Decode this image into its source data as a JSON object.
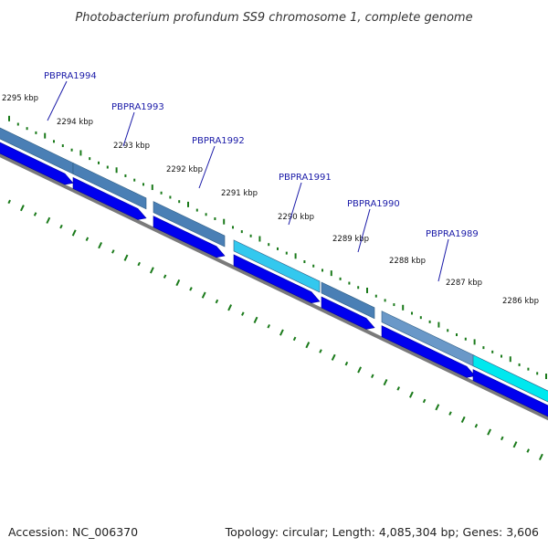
{
  "title": "Photobacterium profundum SS9 chromosome 1, complete genome",
  "footer": {
    "accession": "Accession: NC_006370",
    "summary": "Topology: circular; Length: 4,085,304 bp; Genes: 3,606"
  },
  "ticks": [
    {
      "label": "2295 kbp"
    },
    {
      "label": "2294 kbp"
    },
    {
      "label": "2293 kbp"
    },
    {
      "label": "2292 kbp"
    },
    {
      "label": "2291 kbp"
    },
    {
      "label": "2290 kbp"
    },
    {
      "label": "2289 kbp"
    },
    {
      "label": "2288 kbp"
    },
    {
      "label": "2287 kbp"
    },
    {
      "label": "2286 kbp"
    }
  ],
  "genes": [
    {
      "label": "PBPRA1994",
      "color": "#4a7fb5"
    },
    {
      "label": "PBPRA1993",
      "color": "#4a7fb5"
    },
    {
      "label": "PBPRA1992",
      "color": "#4a7fb5"
    },
    {
      "label": "PBPRA1991",
      "color": "#33c8ee"
    },
    {
      "label": "PBPRA1990",
      "color": "#4a7fb5"
    },
    {
      "label": "PBPRA1989",
      "color": "#6a98c8"
    }
  ],
  "colors": {
    "cds_strand": "#0000ee",
    "backbone": "#7a7a7a",
    "gc_dots": "#1a7a1a",
    "highlight_feature": "#00e8ee",
    "label_text": "#1a1aa8"
  }
}
